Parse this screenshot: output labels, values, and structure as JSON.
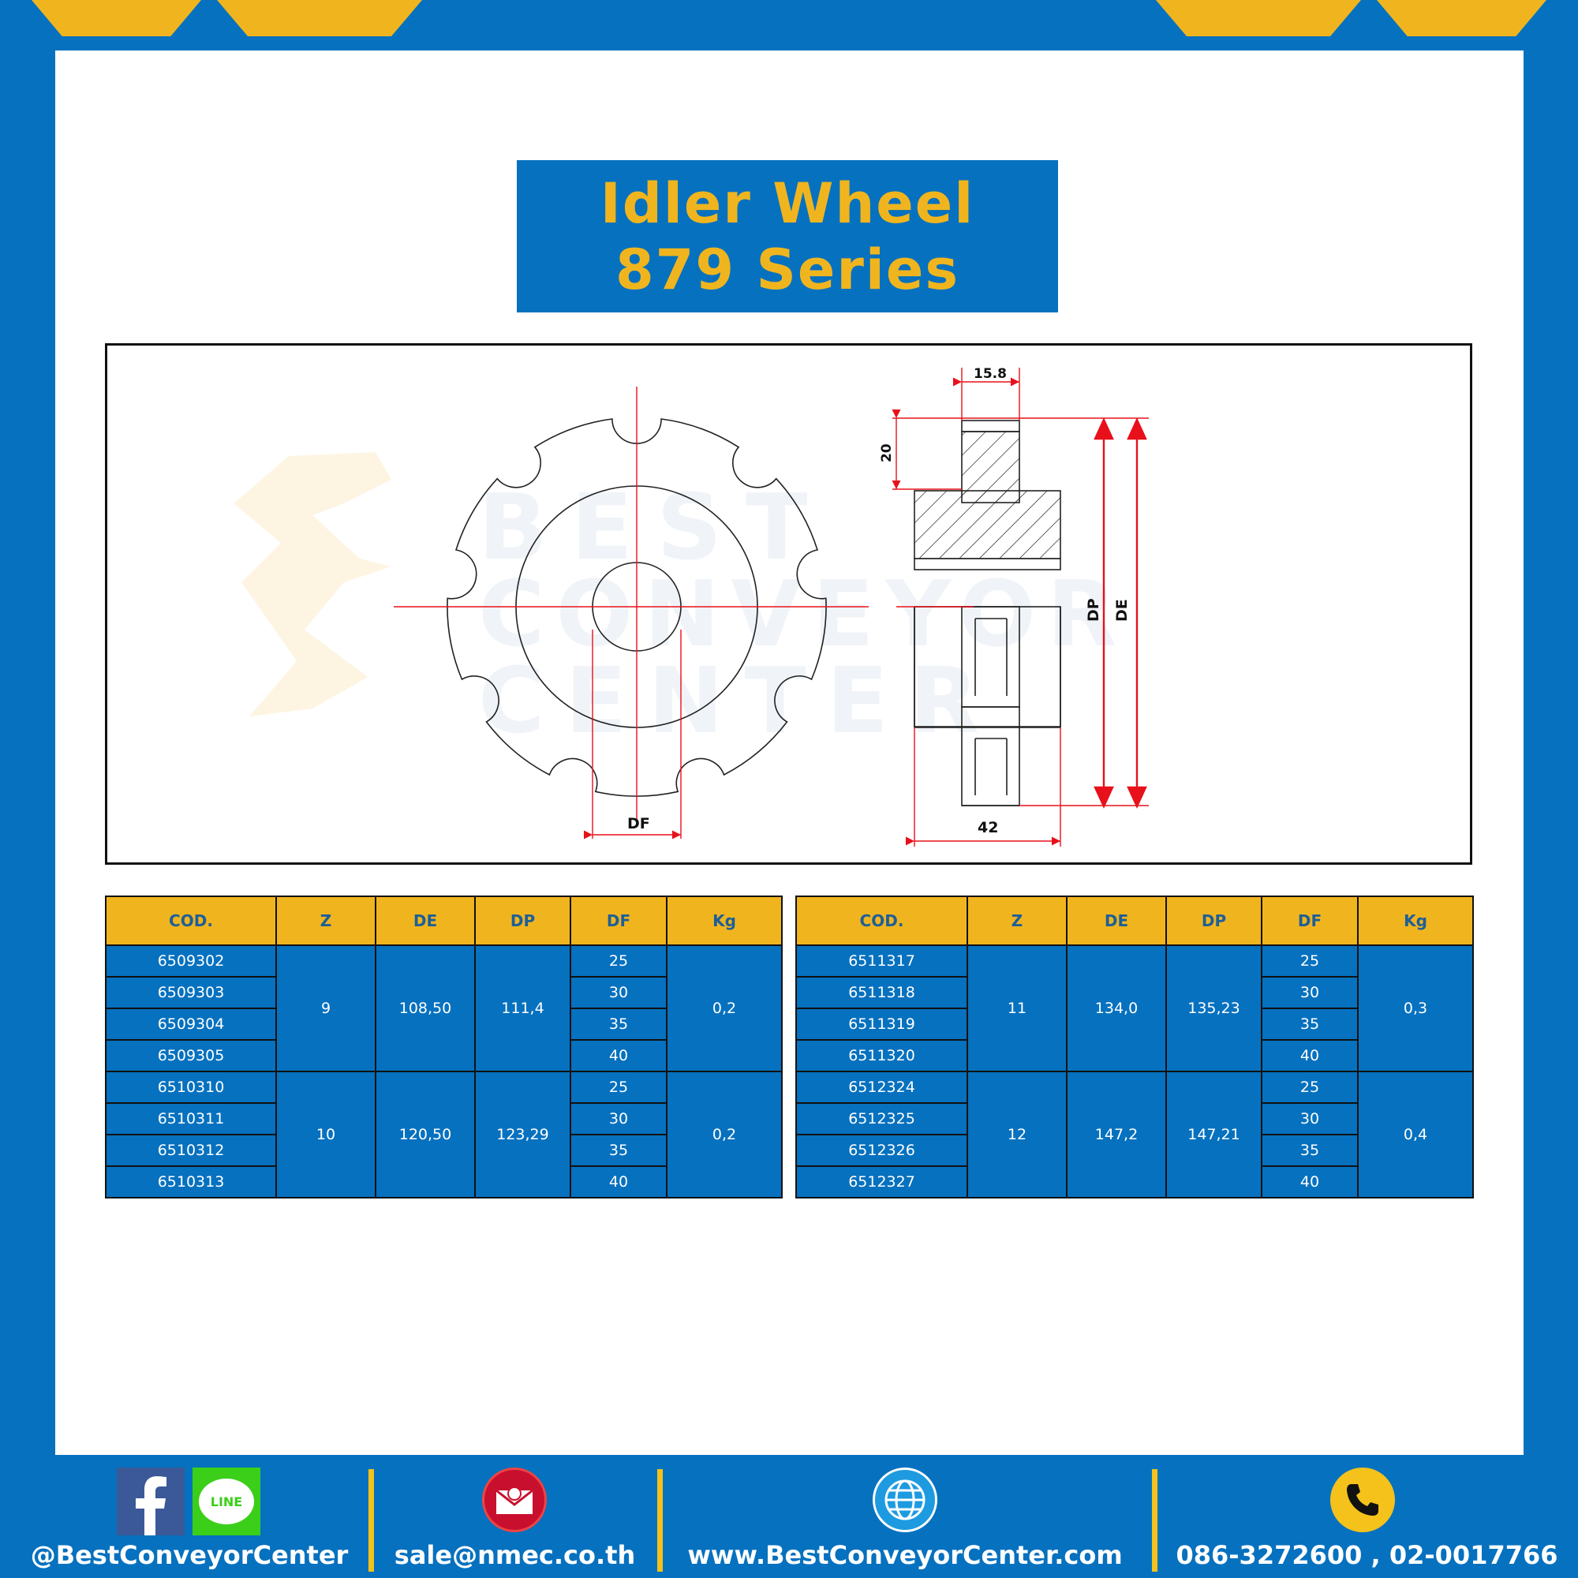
{
  "title": {
    "line1": "Idler Wheel",
    "line2": "879 Series"
  },
  "watermark": {
    "line1": "BEST",
    "line2": "CONVEYOR",
    "line3": "CENTER"
  },
  "dimensions": {
    "hub_width": "15.8",
    "hub_height": "20",
    "total_width": "42",
    "df": "DF",
    "dp": "DP",
    "de": "DE"
  },
  "tables": {
    "headers": [
      "COD.",
      "Z",
      "DE",
      "DP",
      "DF",
      "Kg"
    ],
    "left": [
      {
        "z": "9",
        "de": "108,50",
        "dp": "111,4",
        "kg": "0,2",
        "rows": [
          {
            "cod": "6509302",
            "df": "25"
          },
          {
            "cod": "6509303",
            "df": "30"
          },
          {
            "cod": "6509304",
            "df": "35"
          },
          {
            "cod": "6509305",
            "df": "40"
          }
        ]
      },
      {
        "z": "10",
        "de": "120,50",
        "dp": "123,29",
        "kg": "0,2",
        "rows": [
          {
            "cod": "6510310",
            "df": "25"
          },
          {
            "cod": "6510311",
            "df": "30"
          },
          {
            "cod": "6510312",
            "df": "35"
          },
          {
            "cod": "6510313",
            "df": "40"
          }
        ]
      }
    ],
    "right": [
      {
        "z": "11",
        "de": "134,0",
        "dp": "135,23",
        "kg": "0,3",
        "rows": [
          {
            "cod": "6511317",
            "df": "25"
          },
          {
            "cod": "6511318",
            "df": "30"
          },
          {
            "cod": "6511319",
            "df": "35"
          },
          {
            "cod": "6511320",
            "df": "40"
          }
        ]
      },
      {
        "z": "12",
        "de": "147,2",
        "dp": "147,21",
        "kg": "0,4",
        "rows": [
          {
            "cod": "6512324",
            "df": "25"
          },
          {
            "cod": "6512325",
            "df": "30"
          },
          {
            "cod": "6512326",
            "df": "35"
          },
          {
            "cod": "6512327",
            "df": "40"
          }
        ]
      }
    ]
  },
  "footer": {
    "social": "@BestConveyorCenter",
    "line_icon_text": "LINE",
    "email": "sale@nmec.co.th",
    "website": "www.BestConveyorCenter.com",
    "phone": "086-3272600 , 02-0017766"
  },
  "colors": {
    "brand_blue": "#0671bf",
    "accent_yellow": "#f0b51e",
    "dimension_red": "#e8101a"
  },
  "icons": [
    "facebook-icon",
    "line-icon",
    "email-icon",
    "globe-icon",
    "phone-icon"
  ]
}
